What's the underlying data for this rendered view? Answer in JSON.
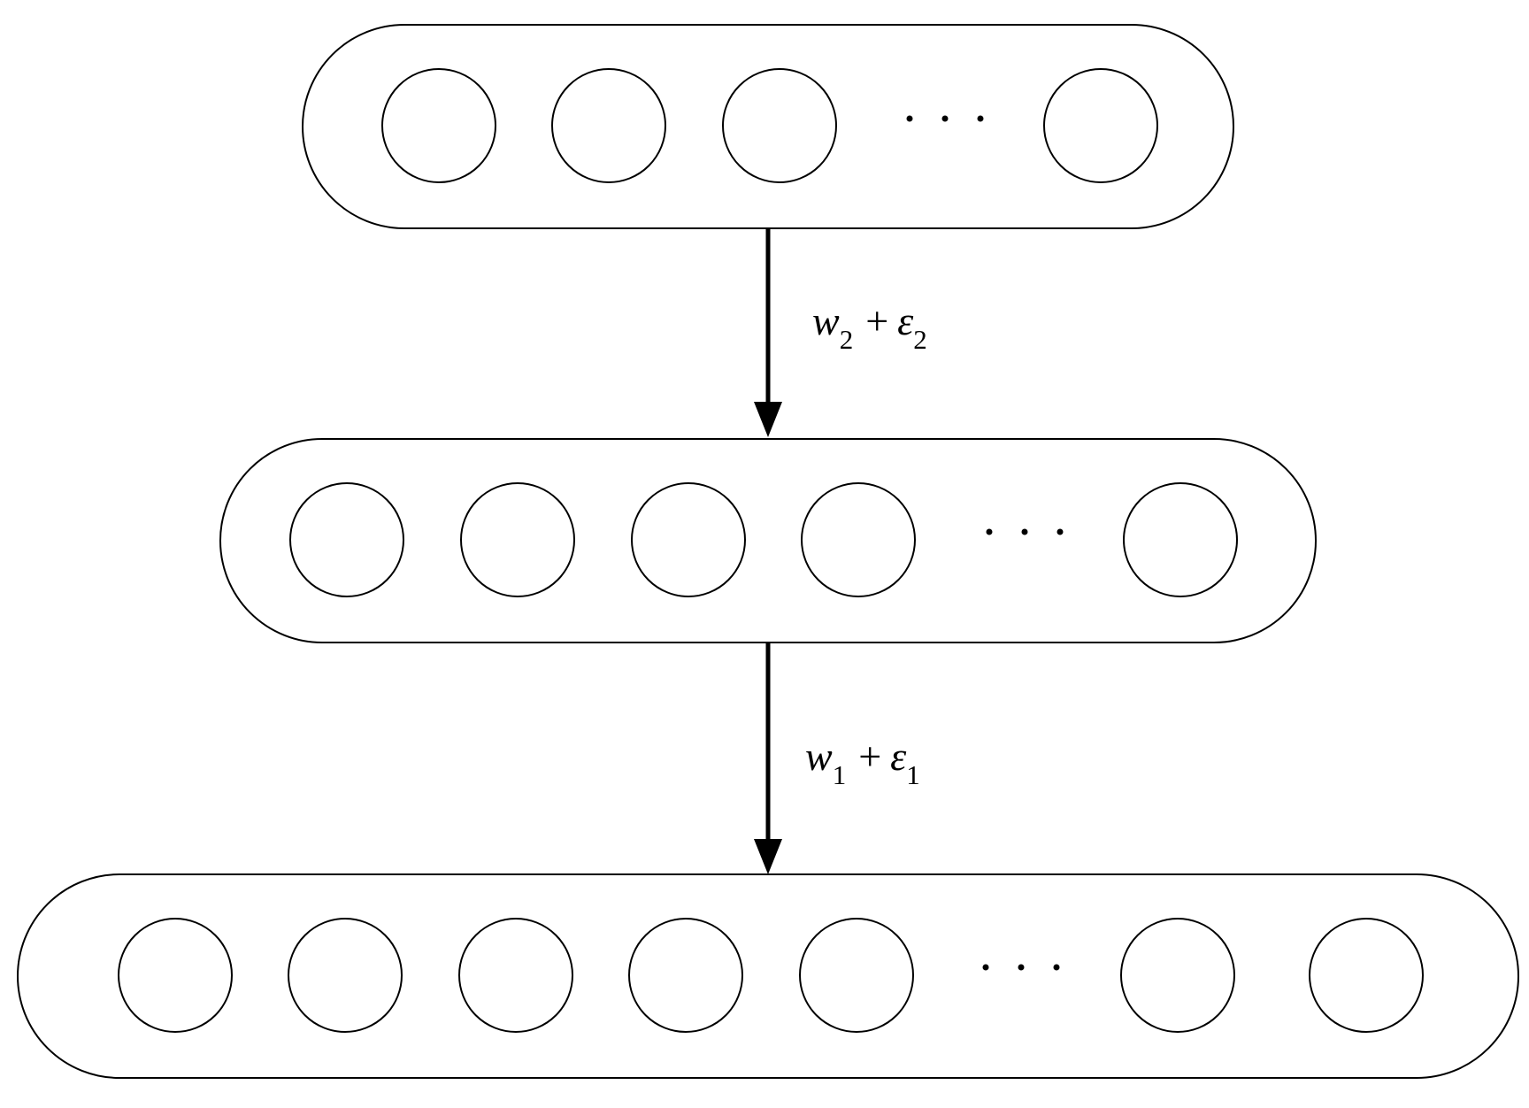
{
  "diagram": {
    "layers": [
      {
        "id": "top-layer",
        "visible_nodes": 4,
        "has_ellipsis": true
      },
      {
        "id": "middle-layer",
        "visible_nodes": 5,
        "has_ellipsis": true
      },
      {
        "id": "bottom-layer",
        "visible_nodes": 7,
        "has_ellipsis": true
      }
    ],
    "connections": [
      {
        "from": "top-layer",
        "to": "middle-layer",
        "label": {
          "weight": "w",
          "weight_sub": "2",
          "operator": "+",
          "noise": "ε",
          "noise_sub": "2"
        }
      },
      {
        "from": "middle-layer",
        "to": "bottom-layer",
        "label": {
          "weight": "w",
          "weight_sub": "1",
          "operator": "+",
          "noise": "ε",
          "noise_sub": "1"
        }
      }
    ],
    "colors": {
      "stroke": "#000000",
      "fill": "#ffffff"
    }
  }
}
